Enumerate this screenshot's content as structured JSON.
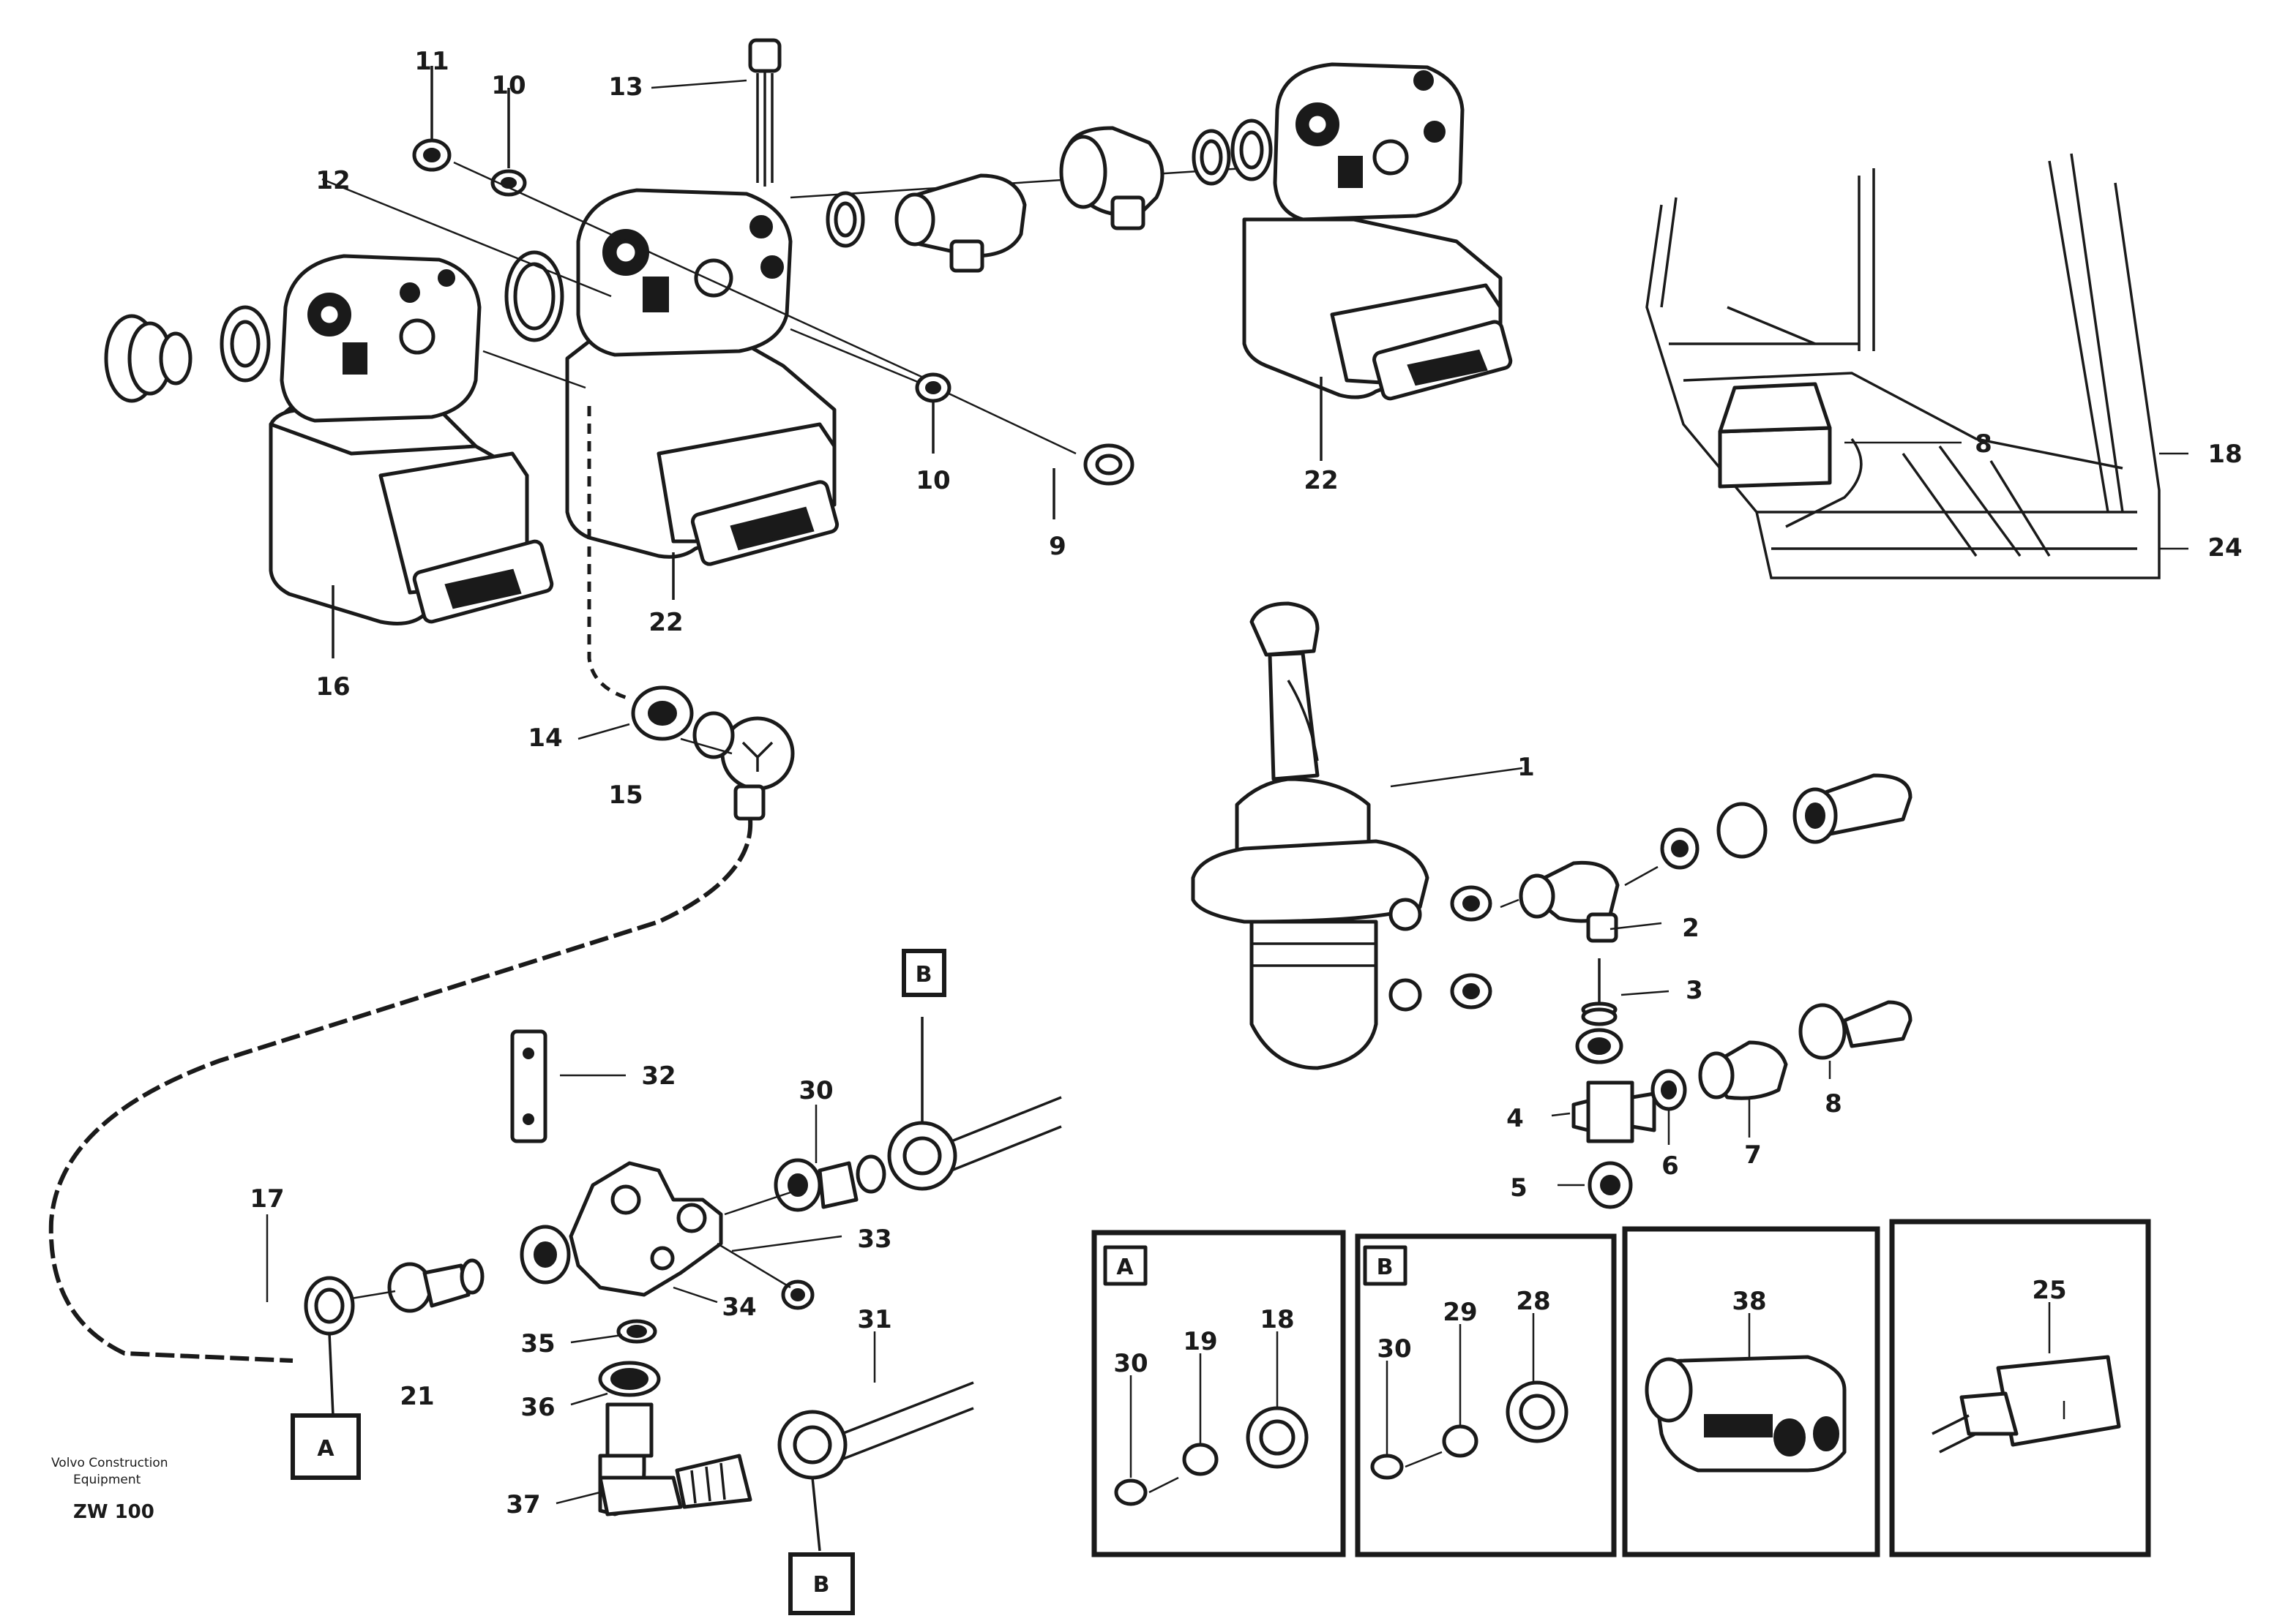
{
  "drawing": {
    "reference_number": "ZW 100",
    "reference_text_line1": "Volvo Construction",
    "reference_text_line2": "Equipment"
  },
  "callouts": {
    "c11": "11",
    "c10": "10",
    "c13": "13",
    "c12": "12",
    "c10b": "10",
    "c9": "9",
    "c22a": "22",
    "c16": "16",
    "c22b": "22",
    "c14": "14",
    "c15": "15",
    "c1": "1",
    "c2": "2",
    "c3": "3",
    "c4": "4",
    "c5": "5",
    "c6": "6",
    "c7": "7",
    "c8": "8",
    "c8b": "8",
    "c18": "18",
    "c24": "24",
    "c32": "32",
    "c30": "30",
    "c17": "17",
    "c33": "33",
    "c34": "34",
    "c35": "35",
    "c21": "21",
    "c36": "36",
    "c37": "37",
    "c31": "31",
    "inset_a_30": "30",
    "inset_a_19": "19",
    "inset_a_18": "18",
    "inset_b_30": "30",
    "inset_b_29": "29",
    "inset_b_28": "28",
    "inset_c_38": "38",
    "inset_d_25": "25"
  },
  "boxed_labels": {
    "B_top": "B",
    "A_bottom": "A",
    "B_bottom": "B",
    "inset_A": "A",
    "inset_B": "B"
  },
  "colors": {
    "line": "#1a1a1a",
    "background": "#ffffff"
  }
}
